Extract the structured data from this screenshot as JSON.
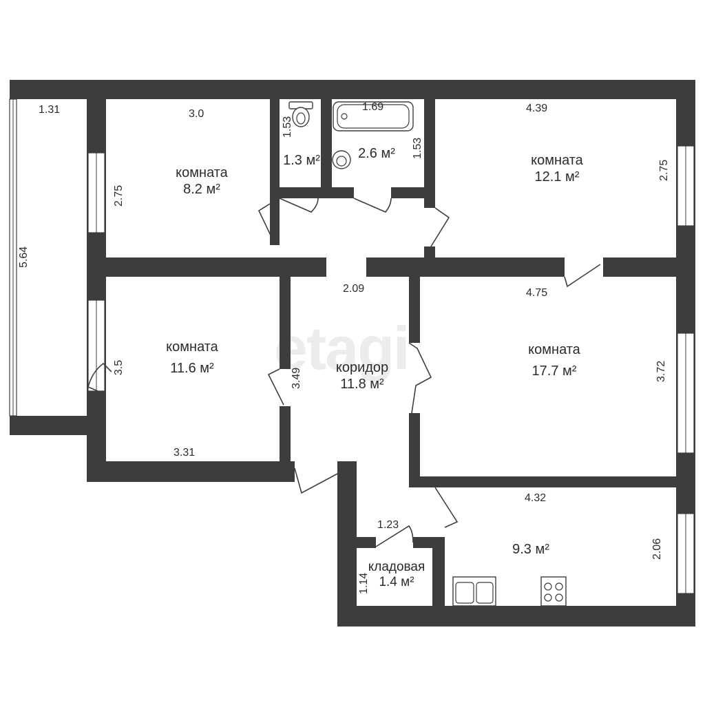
{
  "watermark": "etagi",
  "rooms": {
    "room1": {
      "name": "комната",
      "area": "8.2 м²"
    },
    "wc": {
      "area": "1.3 м²"
    },
    "bath": {
      "area": "2.6 м²"
    },
    "room2": {
      "name": "комната",
      "area": "12.1 м²"
    },
    "room3": {
      "name": "комната",
      "area": "11.6 м²"
    },
    "corridor": {
      "name": "коридор",
      "area": "11.8 м²"
    },
    "room4": {
      "name": "комната",
      "area": "17.7 м²"
    },
    "storage": {
      "name": "кладовая",
      "area": "1.4 м²"
    },
    "kitchen": {
      "area": "9.3 м²"
    }
  },
  "dimensions": {
    "balcony_w": "1.31",
    "balcony_h": "5.64",
    "room1_w": "3.0",
    "room1_h": "2.75",
    "wc_h": "1.53",
    "bath_w": "1.69",
    "bath_h": "1.53",
    "room2_w": "4.39",
    "room2_h": "2.75",
    "hall_w": "2.09",
    "room3_h": "3.5",
    "room3_w": "3.31",
    "corridor_h": "3.49",
    "room4_w": "4.75",
    "room4_h": "3.72",
    "kitchen_w": "4.32",
    "kitchen_h": "2.06",
    "storage_w": "1.23",
    "storage_h": "1.14"
  },
  "colors": {
    "wall": "#3d3d3d",
    "watermark": "#ececec"
  }
}
